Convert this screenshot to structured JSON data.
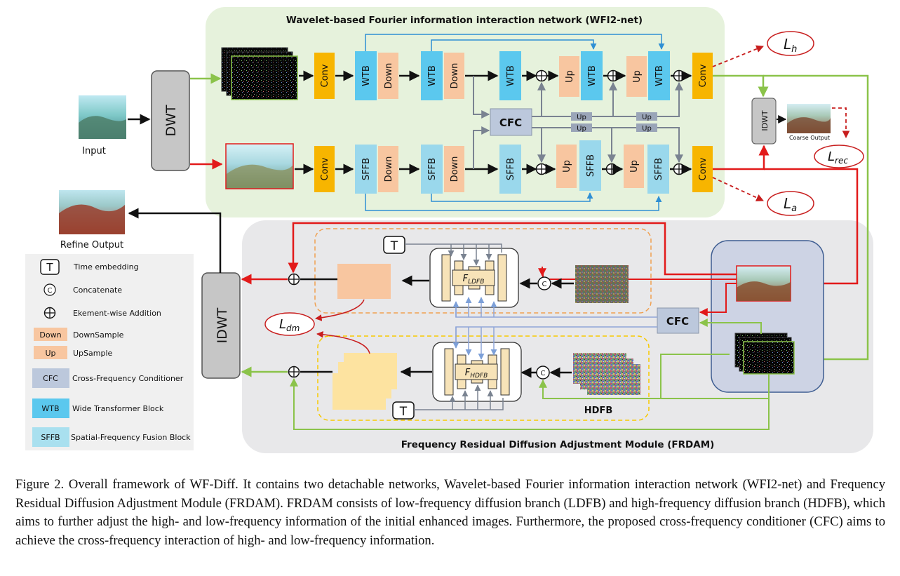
{
  "title_top": "Wavelet-based Fourier information interaction network (WFI2-net)",
  "title_bottom": "Frequency Residual Diffusion Adjustment Module (FRDAM)",
  "labels": {
    "input": "Input",
    "dwt": "DWT",
    "idwt_big": "IDWT",
    "idwt_small": "IDWT",
    "refine_output": "Refine Output",
    "coarse_output": "Coarse Output",
    "conv": "Conv",
    "wtb": "WTB",
    "sffb": "SFFB",
    "down": "Down",
    "up": "Up",
    "cfc": "CFC",
    "hdfb": "HDFB",
    "t": "T",
    "c": "C",
    "f_ldfb": "LDFB",
    "f_hdfb": "HDFB",
    "f_main": "F"
  },
  "losses": {
    "lh": {
      "main": "L",
      "sub": "h"
    },
    "la": {
      "main": "L",
      "sub": "a"
    },
    "lrec": {
      "main": "L",
      "sub": "rec"
    },
    "ldm": {
      "main": "L",
      "sub": "dm"
    }
  },
  "legend": [
    {
      "key": "T",
      "text": "Time embedding",
      "icon": "time-embedding-icon"
    },
    {
      "key": "C",
      "text": "Concatenate",
      "icon": "concatenate-icon"
    },
    {
      "key": "⊕",
      "text": "Ekement-wise Addition",
      "icon": "addition-icon"
    },
    {
      "key": "Down",
      "text": "DownSample",
      "icon": "downsample-swatch"
    },
    {
      "key": "Up",
      "text": "UpSample",
      "icon": "upsample-swatch"
    },
    {
      "key": "CFC",
      "text": "Cross-Frequency Conditioner",
      "icon": "cfc-swatch"
    },
    {
      "key": "WTB",
      "text": "Wide Transformer Block",
      "icon": "wtb-swatch"
    },
    {
      "key": "SFFB",
      "text": "Spatial-Frequency Fusion Block",
      "icon": "sffb-swatch"
    }
  ],
  "caption": "Figure 2.  Overall framework of WF-Diff.  It contains two detachable networks, Wavelet-based Fourier information interaction network (WFI2-net) and Frequency Residual Diffusion Adjustment Module (FRDAM). FRDAM consists of low-frequency diffusion branch (LDFB) and high-frequency diffusion branch (HDFB), which aims to further adjust the high- and low-frequency information of the initial enhanced images. Furthermore, the proposed cross-frequency conditioner (CFC) aims to achieve the cross-frequency interaction of high- and low-frequency information.",
  "colors": {
    "conv": "#f7b500",
    "wtb": "#5bc8ee",
    "sffb": "#9ad8ec",
    "down_up": "#f8c6a0",
    "cfc": "#bcc8dc",
    "green_arrow": "#8bc34a",
    "red_arrow": "#e21a1a",
    "top_bg": "#e6f2dc",
    "bottom_bg": "#e8e8ea"
  }
}
